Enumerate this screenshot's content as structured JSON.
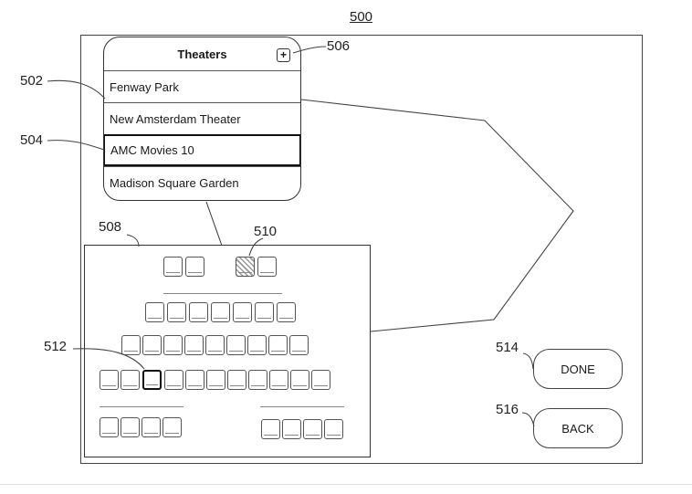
{
  "figure": {
    "number": "500"
  },
  "theaters_panel": {
    "title": "Theaters",
    "add_symbol": "+",
    "items": [
      {
        "label": "Fenway Park",
        "selected": false
      },
      {
        "label": "New Amsterdam Theater",
        "selected": false
      },
      {
        "label": "AMC Movies 10",
        "selected": true
      },
      {
        "label": "Madison Square Garden",
        "selected": false
      }
    ]
  },
  "buttons": {
    "done": "DONE",
    "back": "BACK"
  },
  "reference_numerals": {
    "list_item": "502",
    "selected_item": "504",
    "add_button": "506",
    "seating_chart": "508",
    "reserved_seat": "510",
    "chosen_seat": "512",
    "done_button": "514",
    "back_button": "516"
  }
}
